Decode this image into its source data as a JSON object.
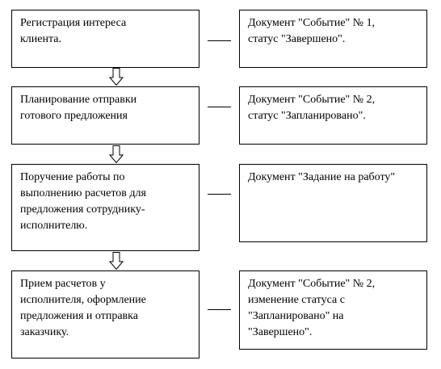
{
  "steps": [
    {
      "process": "Регистрация интереса\nклиента.",
      "document": "Документ \"Событие\" № 1,\nстатус \"Завершено\"."
    },
    {
      "process": "Планирование отправки\nготового предложения",
      "document": "Документ \"Событие\" № 2,\nстатус \"Запланировано\"."
    },
    {
      "process": "Поручение работы по\nвыполнению расчетов для\nпредложения сотруднику-\nисполнителю.",
      "document": "Документ \"Задание на работу\""
    },
    {
      "process": "Прием расчетов у\nисполнителя, оформление\nпредложения и отправка\nзаказчику.",
      "document": "Документ \"Событие\" № 2,\nизменение статуса с\n\"Запланировано\" на\n\"Завершено\"."
    }
  ]
}
